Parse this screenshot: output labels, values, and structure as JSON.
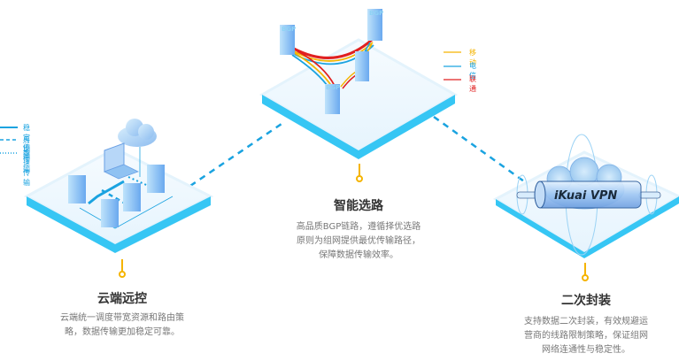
{
  "colors": {
    "platform": "#36c6f4",
    "platform_top": "#eef8fe",
    "connector": "#1aa3e0",
    "pin": "#f5b400",
    "title": "#333333",
    "desc": "#777777"
  },
  "left_legend": {
    "items": [
      {
        "label": "稳定传输",
        "style": "solid",
        "color": "#1aa3e0"
      },
      {
        "label": "周期传输",
        "style": "dashed",
        "color": "#1aa3e0"
      },
      {
        "label": "高速传输",
        "style": "dotted",
        "color": "#1aa3e0"
      }
    ]
  },
  "center_legend": {
    "items": [
      {
        "label": "移动",
        "color": "#f5b400"
      },
      {
        "label": "电信",
        "color": "#1aa3e0"
      },
      {
        "label": "联通",
        "color": "#e02020"
      }
    ]
  },
  "center_diagram": {
    "node_label": "BGP"
  },
  "right_diagram": {
    "tunnel_label": "iKuai VPN"
  },
  "features": [
    {
      "title": "云端远控",
      "desc_lines": [
        "云端统一调度带宽资源和路由策",
        "略，数据传输更加稳定可靠。"
      ]
    },
    {
      "title": "智能选路",
      "desc_lines": [
        "高品质BGP链路，遵循择优选路",
        "原则为组网提供最优传输路径，",
        "保障数据传输效率。"
      ]
    },
    {
      "title": "二次封装",
      "desc_lines": [
        "支持数据二次封装，有效规避运",
        "营商的线路限制策略，保证组网",
        "网络连通性与稳定性。"
      ]
    }
  ]
}
